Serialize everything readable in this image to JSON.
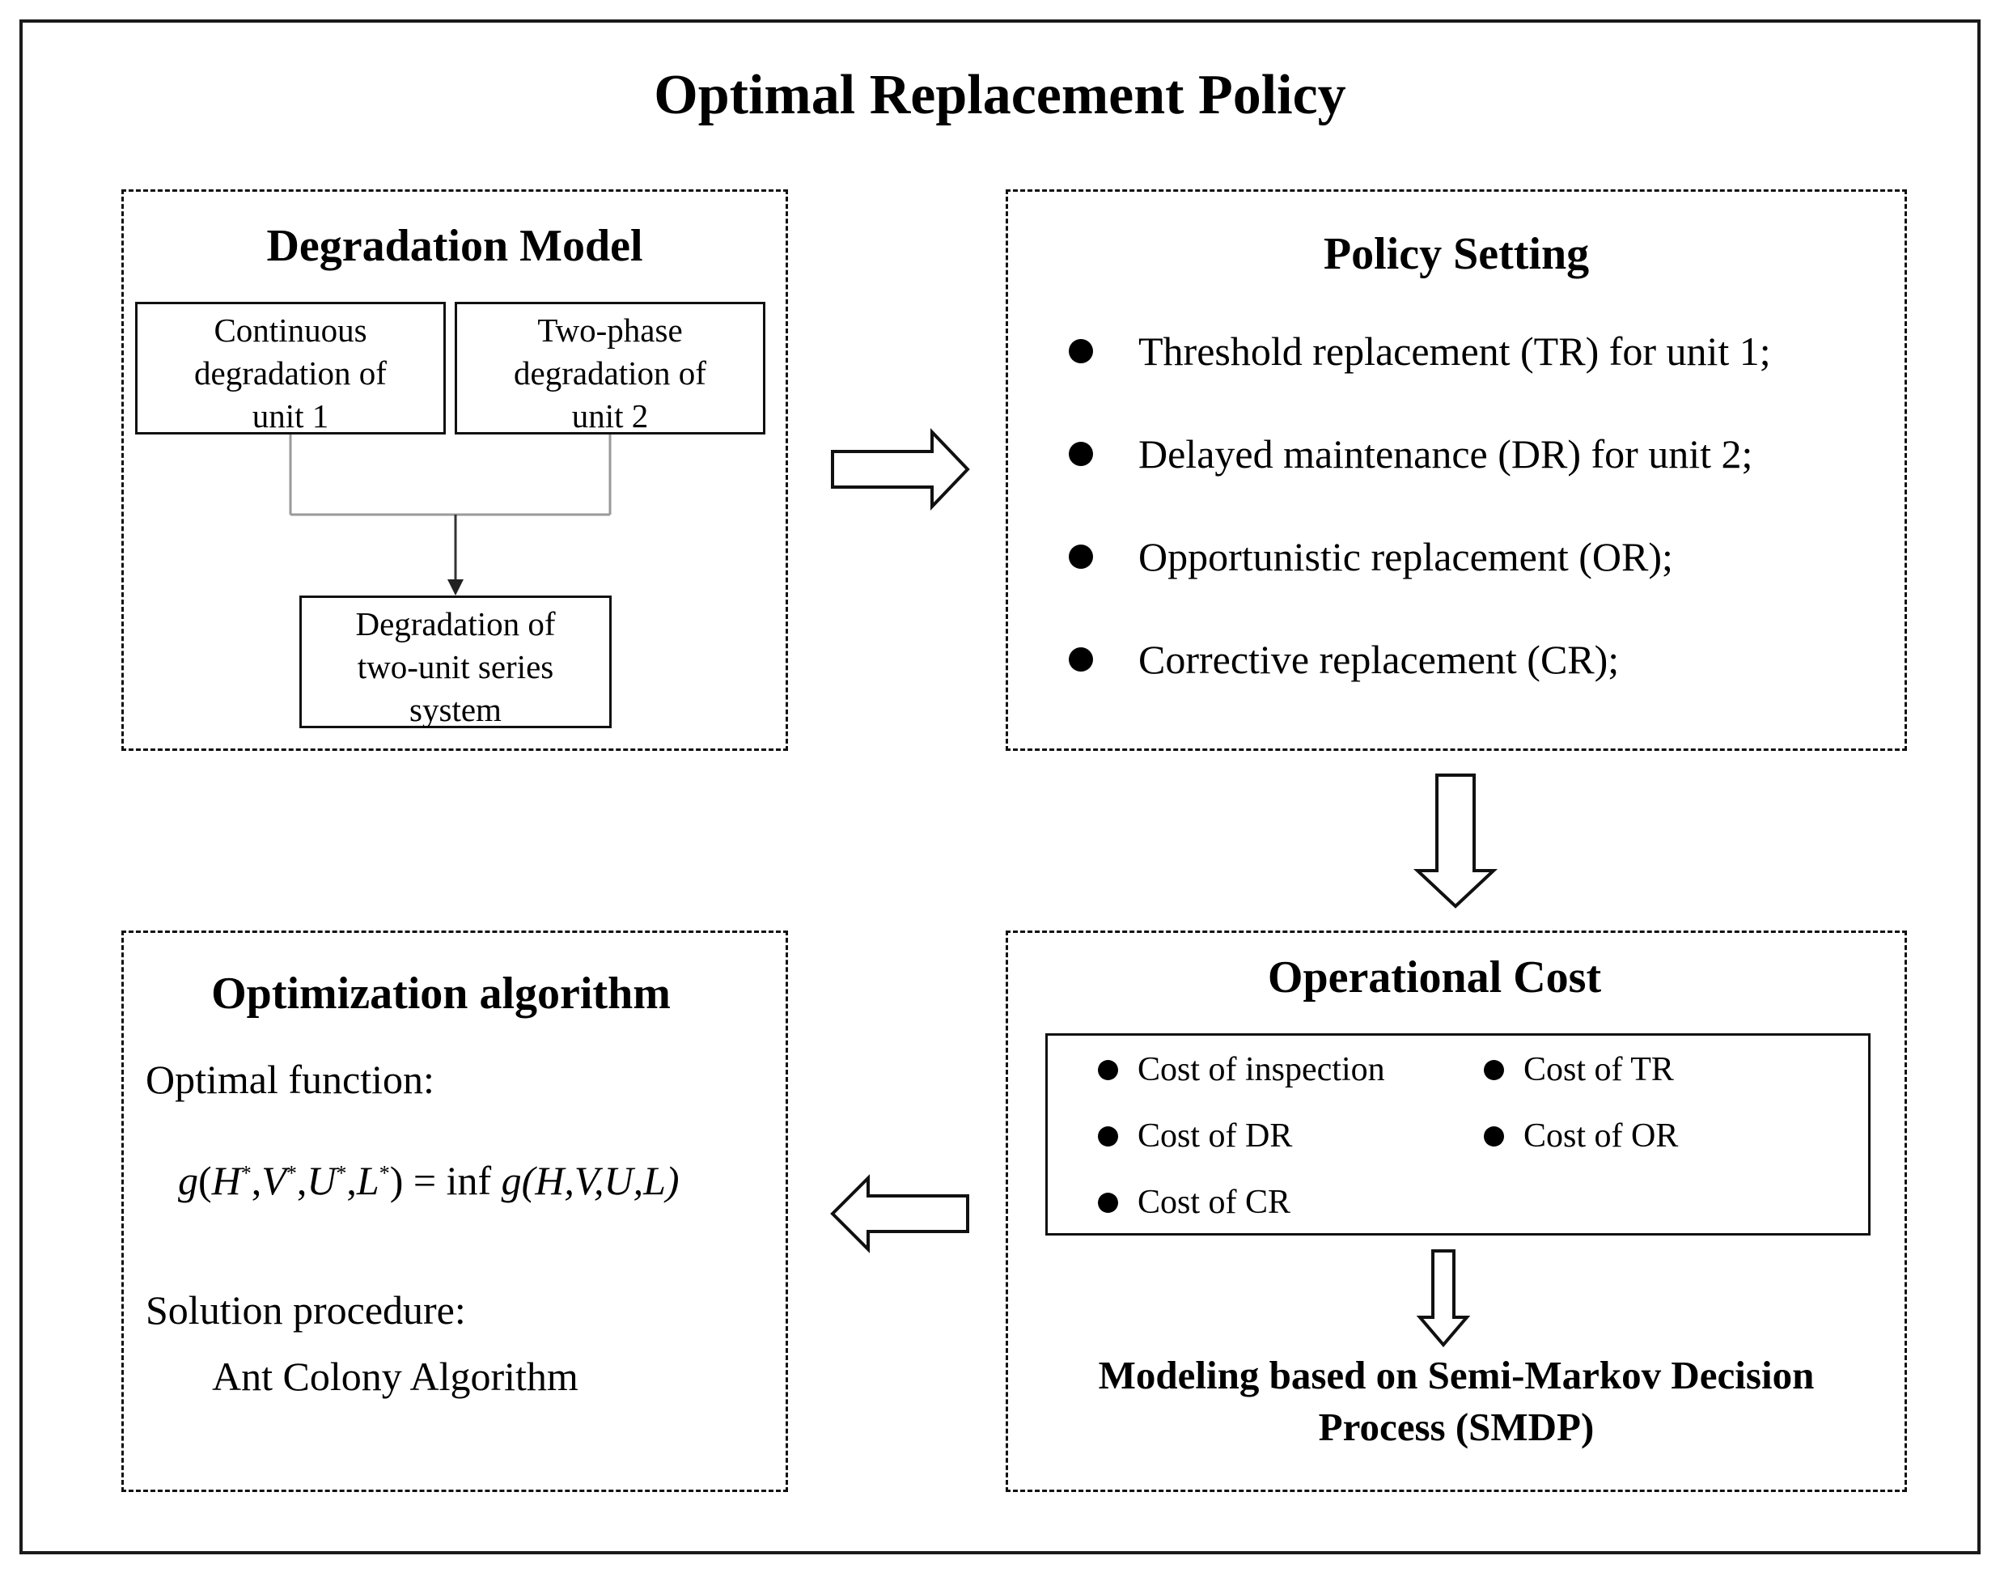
{
  "title": "Optimal Replacement Policy",
  "degradation_model": {
    "heading": "Degradation Model",
    "box1_lines": [
      "Continuous",
      "degradation of",
      "unit 1"
    ],
    "box2_lines": [
      "Two-phase",
      "degradation of",
      "unit 2"
    ],
    "box3_lines": [
      "Degradation of",
      "two-unit series",
      "system"
    ]
  },
  "policy_setting": {
    "heading": "Policy Setting",
    "items": [
      "Threshold replacement (TR) for unit 1;",
      "Delayed maintenance (DR) for unit 2;",
      "Opportunistic replacement (OR);",
      "Corrective replacement (CR);"
    ]
  },
  "operational_cost": {
    "heading": "Operational Cost",
    "costs": [
      "Cost of inspection",
      "Cost of TR",
      "Cost of DR",
      "Cost of OR",
      "Cost of CR"
    ],
    "modeling_lines": [
      "Modeling based on Semi-Markov Decision",
      "Process (SMDP)"
    ]
  },
  "optimization": {
    "heading": "Optimization algorithm",
    "function_label": "Optimal function:",
    "formula": {
      "lhs_fn": "g",
      "lhs_vars": [
        "H",
        "V",
        "U",
        "L"
      ],
      "star": "*",
      "equals_inf": "= inf",
      "rhs_fn": "g",
      "rhs_vars": "(H,V,U,L)"
    },
    "solution_label": "Solution procedure:",
    "solution_value": "Ant Colony Algorithm"
  }
}
